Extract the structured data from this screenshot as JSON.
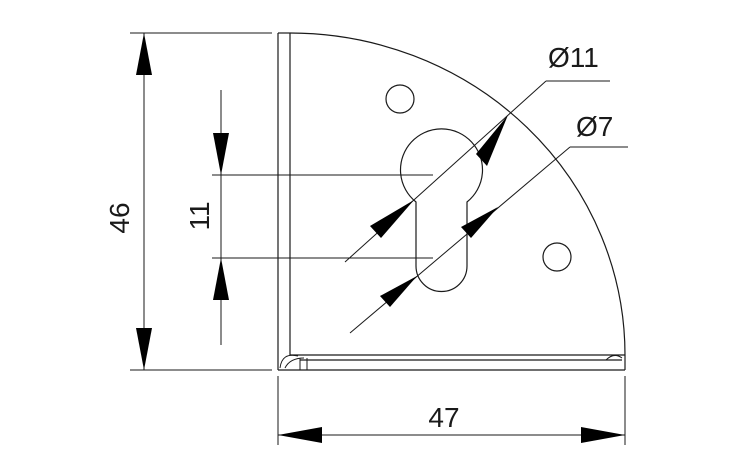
{
  "drawing": {
    "dimensions": {
      "height_total": "46",
      "slot_spacing": "11",
      "width_total": "47",
      "large_hole_diameter": "Ø11",
      "small_hole_diameter": "Ø7"
    },
    "colors": {
      "line": "#1a1a1a",
      "background": "#ffffff"
    }
  }
}
